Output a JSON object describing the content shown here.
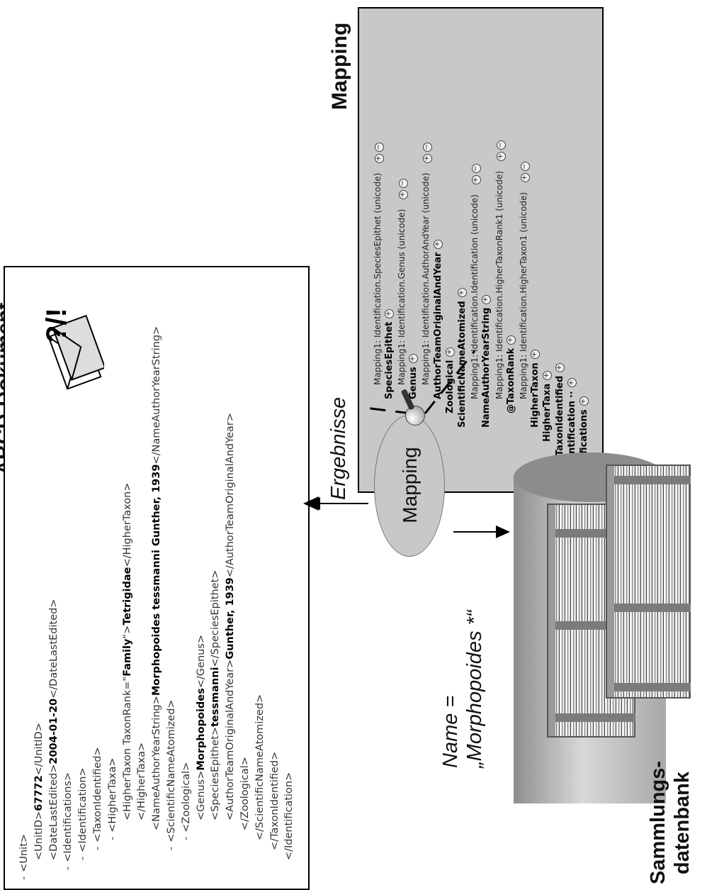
{
  "titles": {
    "abcd": "ABCD-Dokument",
    "mapping": "Mapping",
    "sammlung_line1": "Sammlungs-",
    "sammlung_line2": "datenbank"
  },
  "xml": {
    "lines": [
      {
        "dash": "-",
        "pre": "<Unit>",
        "val": "",
        "post": ""
      },
      {
        "dash": "",
        "pre": "<UnitID>",
        "val": "67772",
        "post": "</UnitID>"
      },
      {
        "dash": "",
        "pre": "<DateLastEdited>",
        "val": "2004-01-20",
        "post": "</DateLastEdited>"
      },
      {
        "dash": "-",
        "pre": "<Identifications>",
        "val": "",
        "post": ""
      },
      {
        "dash": "-",
        "pre": "<Identification>",
        "val": "",
        "post": ""
      },
      {
        "dash": "-",
        "pre": "<TaxonIdentified>",
        "val": "",
        "post": ""
      },
      {
        "dash": "-",
        "pre": "<HigherTaxa>",
        "val": "",
        "post": ""
      },
      {
        "dash": "",
        "pre": "<HigherTaxon TaxonRank=\"",
        "val": "Family",
        "post": "\">",
        "val2": "Tetrigidae",
        "post2": "</HigherTaxon>"
      },
      {
        "dash": "",
        "pre": "</HigherTaxa>",
        "val": "",
        "post": ""
      },
      {
        "dash": "",
        "pre": "<NameAuthorYearString>",
        "val": "Morphopoides tessmanni Gunther, 1939",
        "post": "</NameAuthorYearString>"
      },
      {
        "dash": "-",
        "pre": "<ScientificNameAtomized>",
        "val": "",
        "post": ""
      },
      {
        "dash": "-",
        "pre": "<Zoological>",
        "val": "",
        "post": ""
      },
      {
        "dash": "",
        "pre": "<Genus>",
        "val": "Morphopoides",
        "post": "</Genus>"
      },
      {
        "dash": "",
        "pre": "<SpeciesEpithet>",
        "val": "tessmanni",
        "post": "</SpeciesEpithet>"
      },
      {
        "dash": "",
        "pre": "<AuthorTeamOriginalAndYear>",
        "val": "Gunther, 1939",
        "post": "</AuthorTeamOriginalAndYear>"
      },
      {
        "dash": "",
        "pre": "</Zoological>",
        "val": "",
        "post": ""
      },
      {
        "dash": "",
        "pre": "</ScientificNameAtomized>",
        "val": "",
        "post": ""
      },
      {
        "dash": "",
        "pre": "</TaxonIdentified>",
        "val": "",
        "post": ""
      },
      {
        "dash": "",
        "pre": "</Identification>",
        "val": "",
        "post": ""
      }
    ],
    "icon": "envelope-question-icon",
    "icon_text": "?/!"
  },
  "mapping_tree": {
    "lines": [
      {
        "kind": "b",
        "text": "Identifications",
        "icon": "plus"
      },
      {
        "kind": "b",
        "text": "Identification",
        "icon": "dots-plus"
      },
      {
        "kind": "b",
        "text": "TaxonIdentified",
        "icon": "plus"
      },
      {
        "kind": "b",
        "text": "HigherTaxa",
        "icon": "plus"
      },
      {
        "kind": "b",
        "text": "HigherTaxon",
        "icon": "plus"
      },
      {
        "kind": "m",
        "text": "Mapping1: Identification.HigherTaxon1 (unicode)",
        "icon": "plus-minus"
      },
      {
        "kind": "b",
        "text": "@TaxonRank",
        "icon": "plus"
      },
      {
        "kind": "m",
        "text": "Mapping1: Identification.HigherTaxonRank1 (unicode)",
        "icon": "plus-minus"
      },
      {
        "kind": "b",
        "text": "NameAuthorYearString",
        "icon": "plus"
      },
      {
        "kind": "m",
        "text": "Mapping1: Identification.Identification (unicode)",
        "icon": "plus-minus"
      },
      {
        "kind": "b",
        "text": "ScientificNameAtomized",
        "icon": "plus"
      },
      {
        "kind": "b",
        "text": "Zoological",
        "icon": "plus"
      },
      {
        "kind": "b",
        "text": "AuthorTeamOriginalAndYear",
        "icon": "plus"
      },
      {
        "kind": "m",
        "text": "Mapping1: Identification.AuthorAndYear (unicode)",
        "icon": "plus-minus"
      },
      {
        "kind": "b",
        "text": "Genus",
        "icon": "plus"
      },
      {
        "kind": "m",
        "text": "Mapping1: Identification.Genus (unicode)",
        "icon": "plus-minus"
      },
      {
        "kind": "b",
        "text": "SpeciesEpithet",
        "icon": "plus"
      },
      {
        "kind": "m",
        "text": "Mapping1: Identification.SpeciesEpithet (unicode)",
        "icon": "plus-minus"
      }
    ]
  },
  "flow": {
    "ellipse_label": "Mapping",
    "ergebnisse": "Ergebnisse",
    "query_line1": "Name =",
    "query_line2": "„Morphopoides *“"
  },
  "colors": {
    "panel_gray": "#c8c8c8",
    "border": "#000000"
  }
}
